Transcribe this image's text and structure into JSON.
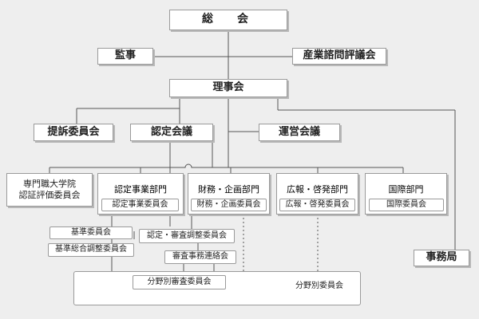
{
  "org": {
    "general_assembly": "総　会",
    "auditor": "監事",
    "advisory_council": "産業諮問評議会",
    "board": "理事会",
    "appeals_committee": "提訴委員会",
    "accreditation_council": "認定会議",
    "steering_council": "運営会議",
    "secretariat": "事務局",
    "evaluation_committee": [
      "専門職大学院",
      "認証評価委員会"
    ],
    "departments": [
      {
        "name": "認定事業部門",
        "committee": "認定事業委員会"
      },
      {
        "name": "財務・企画部門",
        "committee": "財務・企画委員会"
      },
      {
        "name": "広報・啓発部門",
        "committee": "広報・啓発委員会"
      },
      {
        "name": "国際部門",
        "committee": "国際委員会"
      }
    ],
    "standards_committee": "基準委員会",
    "standards_coordination_committee": "基準総合調整委員会",
    "review_coordination_committee": "認定・審査調整委員会",
    "review_liaison_committee": "審査事務連絡会",
    "field_review_committee": "分野別審査委員会",
    "field_committee": "分野別委員会"
  }
}
